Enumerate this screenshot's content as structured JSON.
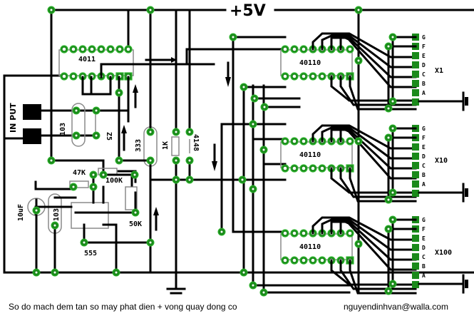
{
  "title": "+5V",
  "power_rail_label": "+5V",
  "input_label": "IN PUT",
  "components": {
    "u_nand": "4011",
    "u_counter_1": "40110",
    "u_counter_2": "40110",
    "u_counter_3": "40110",
    "u_timer": "555",
    "c_103_top": "103",
    "c_103_bottom": "103",
    "c_333": "333",
    "c_10uf": "10uF",
    "d_z5": "Z5",
    "d_4148": "4148",
    "r_1k": "1K",
    "r_47k": "47K",
    "r_100k": "100K",
    "vr_50k": "50K"
  },
  "displays": [
    {
      "name": "X1",
      "segments": [
        "G",
        "F",
        "E",
        "D",
        "C",
        "B",
        "A"
      ]
    },
    {
      "name": "X10",
      "segments": [
        "G",
        "F",
        "E",
        "D",
        "C",
        "B",
        "A"
      ]
    },
    {
      "name": "X100",
      "segments": [
        "G",
        "F",
        "E",
        "D",
        "C",
        "B",
        "A"
      ]
    }
  ],
  "footer": {
    "caption": "So do mach dem tan so may phat dien  + vong quay dong co",
    "email": "nguyendinhvan@walla.com"
  },
  "colors": {
    "trace": "#000000",
    "pad": "#1a8a1a",
    "outline": "#8a8a8a"
  }
}
